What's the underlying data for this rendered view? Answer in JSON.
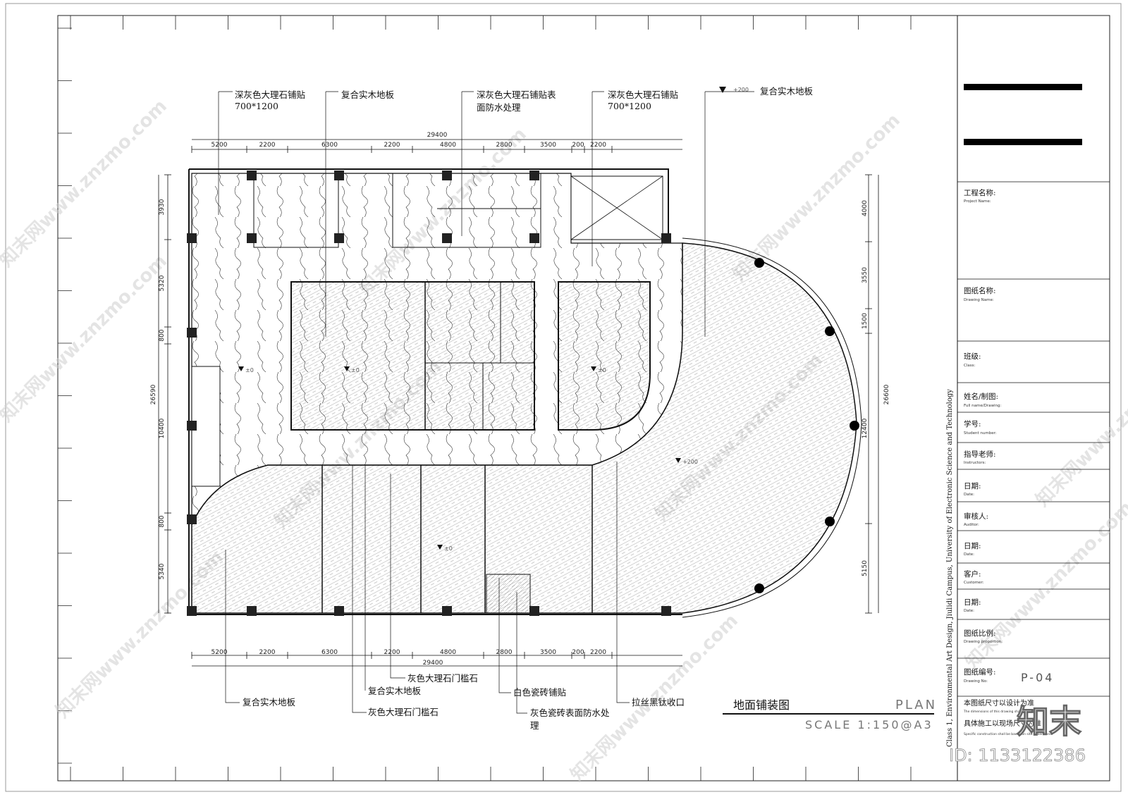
{
  "drawing": {
    "title_cn": "地面铺装图",
    "title_en": "PLAN",
    "scale": "SCALE 1:150@A3"
  },
  "dimensions": {
    "overall": "29400",
    "top": [
      "5200",
      "2200",
      "6300",
      "2200",
      "4800",
      "2800",
      "3500",
      "200",
      "2200"
    ],
    "bottom": [
      "5200",
      "2200",
      "6300",
      "2200",
      "4800",
      "2800",
      "3500",
      "200",
      "2200"
    ],
    "left_total": "26590",
    "left": [
      "3930",
      "5320",
      "800",
      "10400",
      "800",
      "5340"
    ],
    "right_total": "26600",
    "right": [
      "4000",
      "3550",
      "1500",
      "12400",
      "5150"
    ]
  },
  "levels": {
    "pm0": "±0",
    "p200": "+200"
  },
  "callouts": {
    "top1_line1": "深灰色大理石铺贴",
    "top1_line2": "700*1200",
    "top2": "复合实木地板",
    "top3_line1": "深灰色大理石铺贴表",
    "top3_line2": "面防水处理",
    "top4_line1": "深灰色大理石铺贴",
    "top4_line2": "700*1200",
    "top5": "复合实木地板",
    "bot1": "复合实木地板",
    "bot2": "复合实木地板",
    "bot3": "灰色大理石门槛石",
    "bot4": "灰色大理石门槛石",
    "bot5": "白色瓷砖铺贴",
    "bot6_line1": "灰色瓷砖表面防水处",
    "bot6_line2": "理",
    "bot7": "拉丝黑钛收口"
  },
  "title_block": {
    "project_cn": "工程名称:",
    "project_en": "Project Name:",
    "drawing_cn": "图纸名称:",
    "drawing_en": "Drawing Name:",
    "class_cn": "班级:",
    "class_en": "Class:",
    "name_cn": "姓名/制图:",
    "name_en": "Full name/Drawing:",
    "student_cn": "学号:",
    "student_en": "Student number:",
    "instructor_cn": "指导老师:",
    "instructor_en": "Instructors:",
    "date1_cn": "日期:",
    "date1_en": "Date:",
    "auditor_cn": "审核人:",
    "auditor_en": "Auditor:",
    "date2_cn": "日期:",
    "date2_en": "Date:",
    "customer_cn": "客户:",
    "customer_en": "Customer:",
    "date3_cn": "日期:",
    "date3_en": "Date:",
    "proportion_cn": "图纸比例:",
    "proportion_en": "Drawing proportion:",
    "number_cn": "图纸编号:",
    "number_en": "Drawing No:",
    "number_value": "P-04",
    "note1_cn": "本图纸尺寸以设计为准",
    "note1_en": "The dimensions of this drawing shall prevail.",
    "note2_cn": "具体施工以现场尺寸为准",
    "note2_en": "Specific construction shall be based on site dimensions.",
    "vertical": "Class 1, Environmental Art Design, Jiulidi Campus, University of Electronic Science and Technology"
  },
  "watermark": {
    "text": "知末网www.znzmo.com",
    "logo": "知末",
    "id": "ID: 1133122386"
  },
  "colors": {
    "line": "#111111",
    "hatch": "#444444",
    "watermark": "#cfcfcf"
  }
}
